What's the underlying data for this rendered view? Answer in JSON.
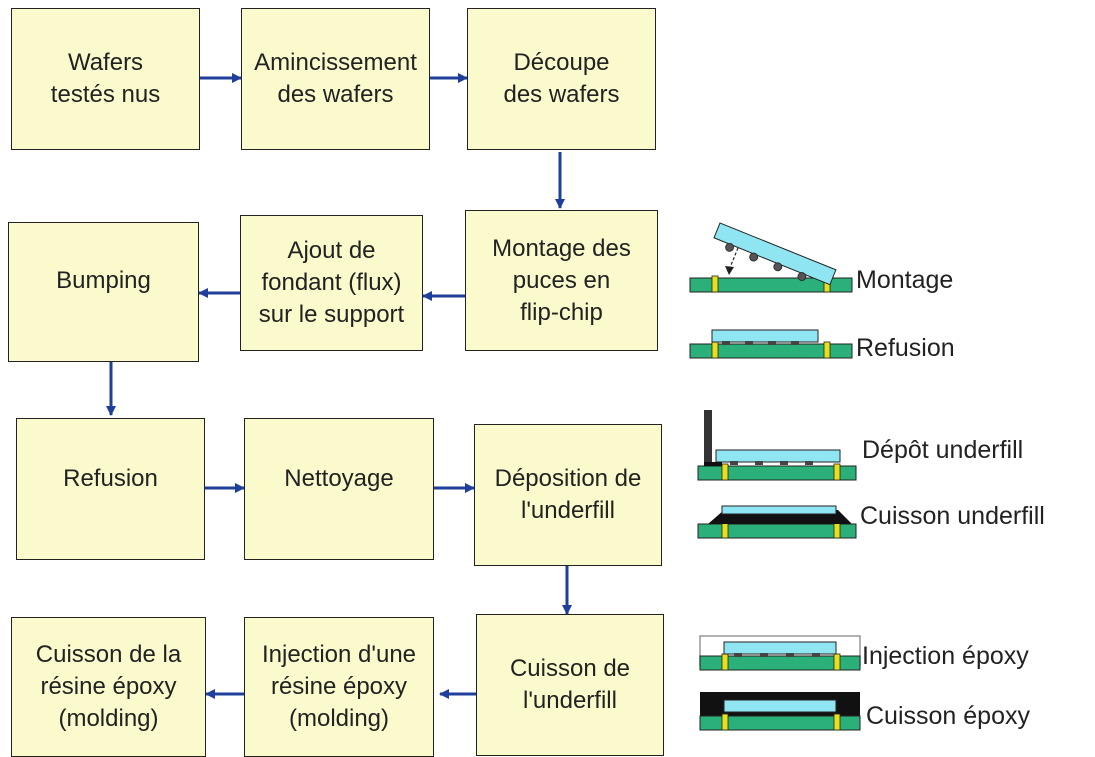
{
  "steps": {
    "wafers_testes": "Wafers\ntestés nus",
    "amincissement": "Amincissement\ndes wafers",
    "decoupe": "Découpe\ndes wafers",
    "montage": "Montage des\npuces en\nflip-chip",
    "ajout_fondant": "Ajout de\nfondant (flux)\nsur le support",
    "bumping": "Bumping",
    "refusion": "Refusion",
    "nettoyage": "Nettoyage",
    "deposition": "Déposition de\nl'underfill",
    "cuisson_underfill": "Cuisson de\nl'underfill",
    "injection": "Injection d'une\nrésine époxy\n(molding)",
    "cuisson_resine": "Cuisson de la\nrésine époxy\n(molding)"
  },
  "illustrations": {
    "montage": "Montage",
    "refusion": "Refusion",
    "depot_underfill": "Dépôt underfill",
    "cuisson_underfill": "Cuisson underfill",
    "injection_epoxy": "Injection époxy",
    "cuisson_epoxy": "Cuisson époxy"
  },
  "colors": {
    "box_fill": "#fafacd",
    "arrow": "#1f3f9a",
    "substrate": "#2bb07a",
    "chip": "#8fe6f2",
    "pad": "#e8e01a",
    "epoxy": "#111111"
  }
}
